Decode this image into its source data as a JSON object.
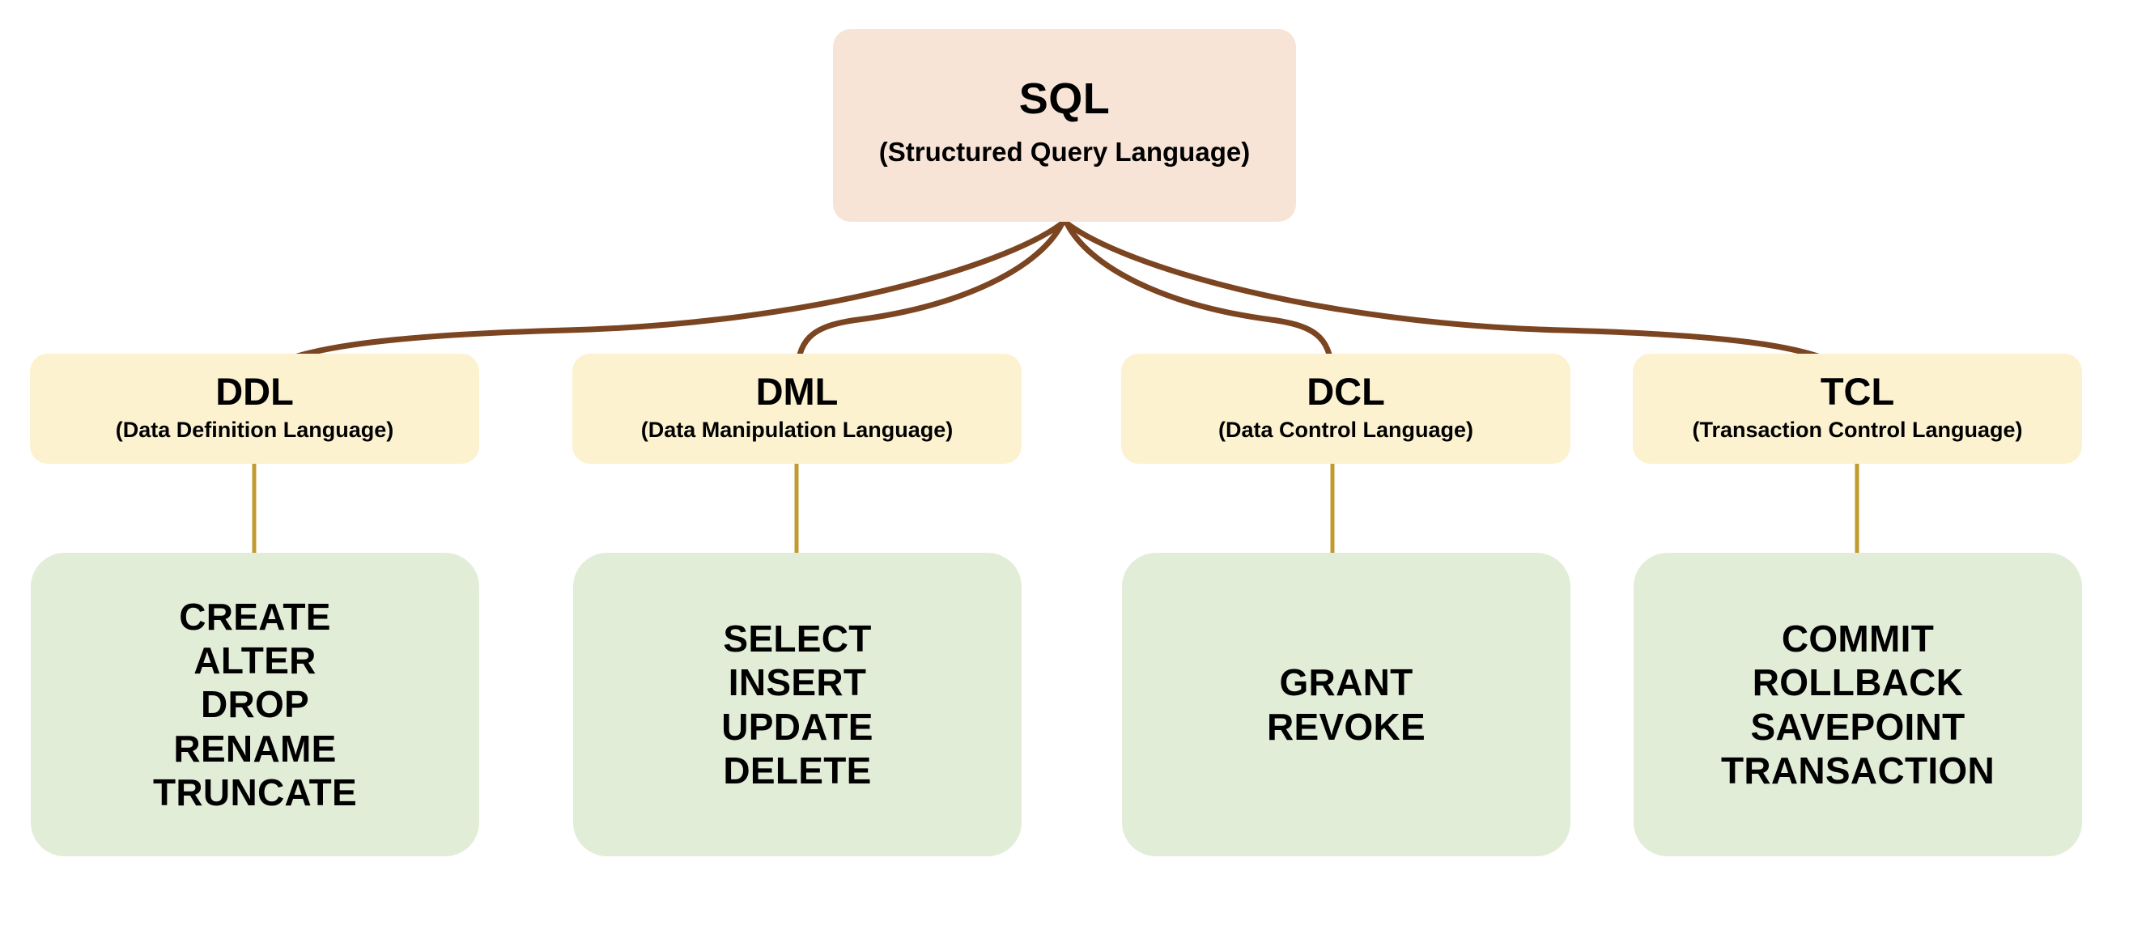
{
  "diagram": {
    "title": "SQL",
    "root": {
      "label": "SQL",
      "expansion": "(Structured Query Language)",
      "color": "#F7E4D7"
    },
    "colors": {
      "root_fill": "#F7E4D7",
      "category_fill": "#FCF2CF",
      "commands_fill": "#E2EDD8",
      "fan_connector_stroke": "#7B4522",
      "vertical_connector_stroke": "#BF9B30",
      "text": "#000000",
      "background": "#FFFFFF"
    },
    "categories": [
      {
        "abbr": "DDL",
        "expansion": "(Data Definition Language)",
        "commands": [
          "CREATE",
          "ALTER",
          "DROP",
          "RENAME",
          "TRUNCATE"
        ]
      },
      {
        "abbr": "DML",
        "expansion": "(Data Manipulation Language)",
        "commands": [
          "SELECT",
          "INSERT",
          "UPDATE",
          "DELETE"
        ]
      },
      {
        "abbr": "DCL",
        "expansion": "(Data Control Language)",
        "commands": [
          "GRANT",
          "REVOKE"
        ]
      },
      {
        "abbr": "TCL",
        "expansion": "(Transaction Control Language)",
        "commands": [
          "COMMIT",
          "ROLLBACK",
          "SAVEPOINT",
          "TRANSACTION"
        ]
      }
    ]
  }
}
